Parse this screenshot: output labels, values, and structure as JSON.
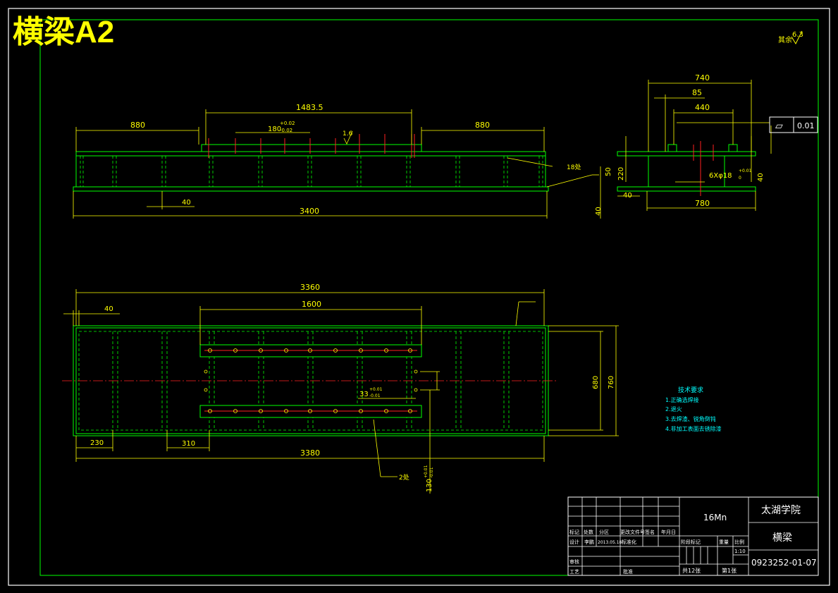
{
  "sheet_title": "横梁A2",
  "colors": {
    "frame": "#ffffff",
    "outline": "#00ff00",
    "dim": "#ffff00",
    "red": "#ff2020",
    "notes": "#00ffff",
    "title": "#ffff00"
  },
  "roughness": {
    "prefix": "其余",
    "value": "6.3"
  },
  "front_view": {
    "dims": {
      "left": "880",
      "mid": "1483.5",
      "right": "880",
      "pitch": "180",
      "pitch_tol_upper": "+0.02",
      "pitch_tol_lower": "-0.02",
      "rough": "1.6",
      "gap": "40",
      "total": "3400",
      "h_top": "50",
      "h_bottom": "40"
    },
    "callout": "18处"
  },
  "side_view": {
    "dims": {
      "w_top": "740",
      "w_85": "85",
      "w_440": "440",
      "h_220": "220",
      "left_40": "40",
      "right_40": "40",
      "bottom": "780",
      "holes": "6Xφ18",
      "holes_tol_upper": "+0.01",
      "holes_tol_lower": "0"
    },
    "flatness": {
      "symbol": "▱",
      "value": "0.01"
    }
  },
  "plan_view": {
    "dims": {
      "top": "3360",
      "left_40": "40",
      "inner": "1600",
      "h_680": "680",
      "h_760": "760",
      "spacing": "33",
      "spacing_tol_upper": "+0.01",
      "spacing_tol_lower": "-0.01",
      "left_230": "230",
      "bay_310": "310",
      "bottom": "3380",
      "pitch_130": "130",
      "pitch_tol_upper": "+0.01",
      "pitch_tol_lower": "-0.01"
    },
    "callout": "2处"
  },
  "notes": {
    "heading": "技术要求",
    "items": [
      "1.正确选焊接",
      "2.退火",
      "3.去焊渣、锐角倒钝",
      "4.非加工表面去锈除漆"
    ]
  },
  "title_block": {
    "material": "16Mn",
    "school": "太湖学院",
    "part_name": "横梁",
    "drawing_no": "0923252-01-07",
    "scale": "1:10",
    "sheets_total": "共12张",
    "sheet_no": "第1张",
    "row_labels_1": [
      "标记",
      "处数",
      "分区",
      "更改文件号",
      "签名",
      "年月日"
    ],
    "row_labels_2": [
      "设计",
      "李鹏",
      "2013.05.18",
      "标准化"
    ],
    "stage_headers": [
      "阶段标记",
      "重量",
      "比例"
    ],
    "review_label": "审核",
    "process_label": "工艺",
    "approve_label": "批准"
  }
}
